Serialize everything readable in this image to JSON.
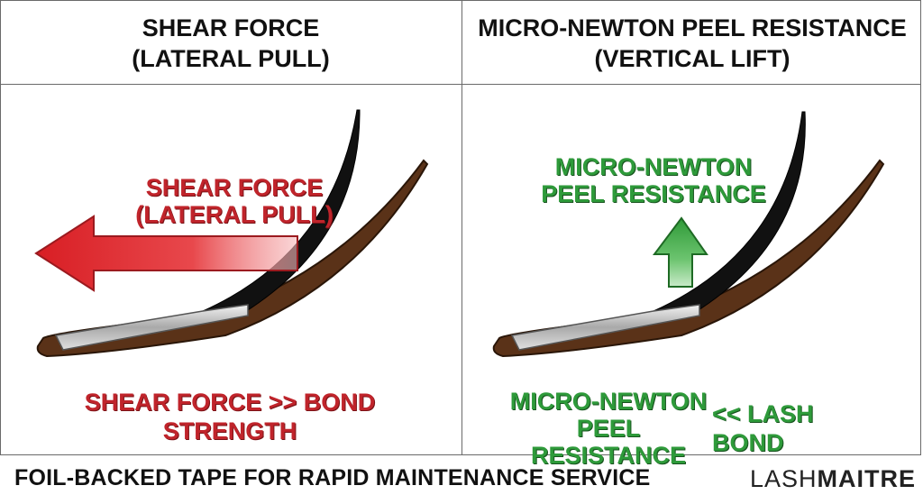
{
  "panels": {
    "left": {
      "header_line1": "SHEAR FORCE",
      "header_line2": "(LATERAL PULL)",
      "arrow_label_line1": "SHEAR FORCE",
      "arrow_label_line2": "(LATERAL PULL)",
      "bottom_text": "SHEAR FORCE >> BOND STRENGTH"
    },
    "right": {
      "header_line1": "MICRO-NEWTON PEEL RESISTANCE",
      "header_line2": "(VERTICAL LIFT)",
      "arrow_label_line1": "MICRO-NEWTON",
      "arrow_label_line2": "PEEL RESISTANCE",
      "bottom_line1": "MICRO-NEWTON",
      "bottom_line2": "PEEL RESISTANCE",
      "bottom_suffix": "<< LASH BOND"
    }
  },
  "footer": {
    "caption": "FOIL-BACKED TAPE FOR RAPID MAINTENANCE SERVICE",
    "brand_part1": "LASH",
    "brand_part2": "MAITRE"
  },
  "colors": {
    "red": "#c0242b",
    "green": "#2e9a3a",
    "skin": "#5a3218",
    "lash": "#111111",
    "foil": "#c8c8c8"
  },
  "icons": [
    "left-arrow-icon",
    "up-arrow-icon"
  ]
}
